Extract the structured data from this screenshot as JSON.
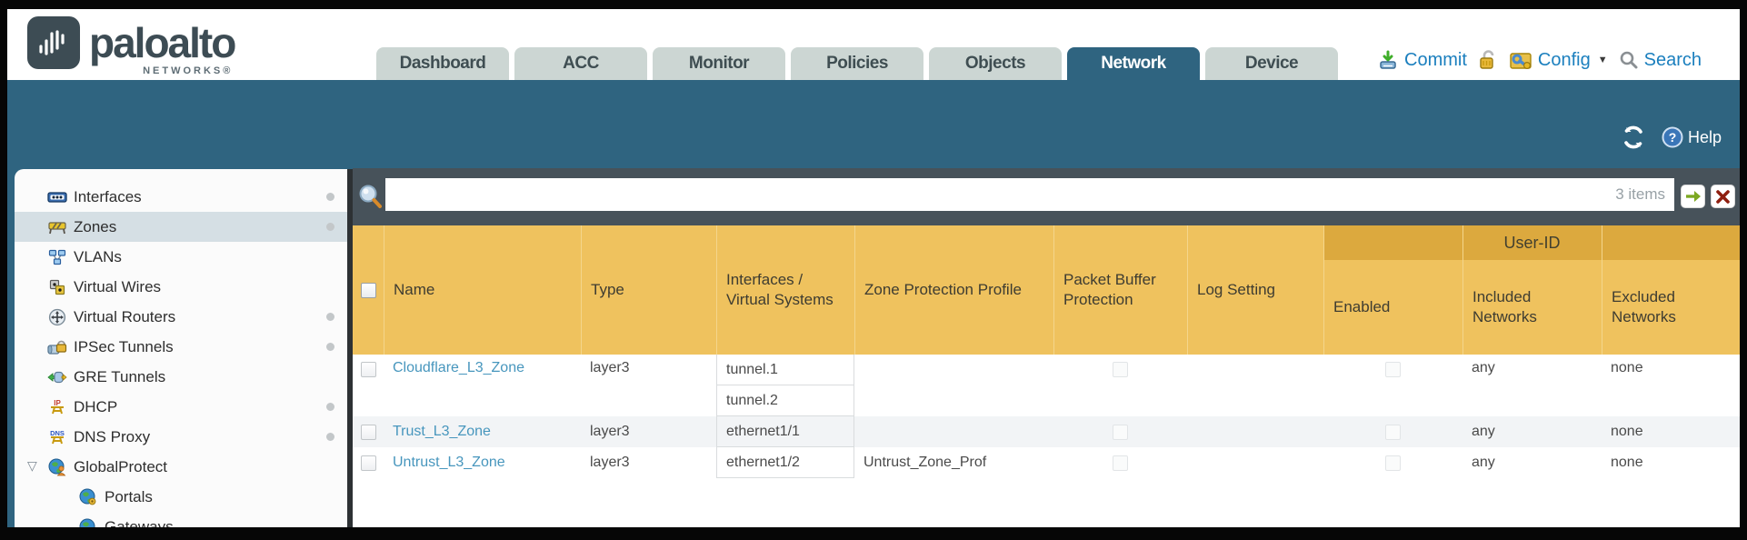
{
  "brand": {
    "name": "paloalto",
    "networks": "NETWORKS®"
  },
  "nav": {
    "tabs": [
      {
        "label": "Dashboard",
        "active": false
      },
      {
        "label": "ACC",
        "active": false
      },
      {
        "label": "Monitor",
        "active": false
      },
      {
        "label": "Policies",
        "active": false
      },
      {
        "label": "Objects",
        "active": false
      },
      {
        "label": "Network",
        "active": true
      },
      {
        "label": "Device",
        "active": false
      }
    ],
    "actions": {
      "commit": "Commit",
      "config": "Config",
      "search": "Search"
    }
  },
  "toolbar": {
    "help": "Help"
  },
  "sidebar": {
    "items": [
      {
        "label": "Interfaces",
        "icon": "interfaces-icon",
        "dot": true,
        "selected": false
      },
      {
        "label": "Zones",
        "icon": "zones-icon",
        "dot": true,
        "selected": true
      },
      {
        "label": "VLANs",
        "icon": "vlans-icon",
        "dot": false,
        "selected": false
      },
      {
        "label": "Virtual Wires",
        "icon": "virtual-wires-icon",
        "dot": false,
        "selected": false
      },
      {
        "label": "Virtual Routers",
        "icon": "virtual-routers-icon",
        "dot": true,
        "selected": false
      },
      {
        "label": "IPSec Tunnels",
        "icon": "ipsec-tunnels-icon",
        "dot": true,
        "selected": false
      },
      {
        "label": "GRE Tunnels",
        "icon": "gre-tunnels-icon",
        "dot": false,
        "selected": false
      },
      {
        "label": "DHCP",
        "icon": "dhcp-icon",
        "dot": true,
        "selected": false
      },
      {
        "label": "DNS Proxy",
        "icon": "dns-proxy-icon",
        "dot": true,
        "selected": false
      },
      {
        "label": "GlobalProtect",
        "icon": "globalprotect-icon",
        "dot": false,
        "selected": false,
        "expanded": true
      },
      {
        "label": "Portals",
        "icon": "portals-icon",
        "dot": false,
        "selected": false,
        "child": true
      },
      {
        "label": "Gateways",
        "icon": "gateways-icon",
        "dot": false,
        "selected": false,
        "child": true
      }
    ]
  },
  "filterbar": {
    "value": "",
    "items_count": "3 items"
  },
  "table": {
    "group_header": "User-ID",
    "columns": [
      "Name",
      "Type",
      "Interfaces / Virtual Systems",
      "Zone Protection Profile",
      "Packet Buffer Protection",
      "Log Setting",
      "Enabled",
      "Included Networks",
      "Excluded Networks"
    ],
    "rows": [
      {
        "name": "Cloudflare_L3_Zone",
        "type": "layer3",
        "interfaces": [
          "tunnel.1",
          "tunnel.2"
        ],
        "zone_protection_profile": "",
        "log_setting": "",
        "included_networks": "any",
        "excluded_networks": "none"
      },
      {
        "name": "Trust_L3_Zone",
        "type": "layer3",
        "interfaces": [
          "ethernet1/1"
        ],
        "zone_protection_profile": "",
        "log_setting": "",
        "included_networks": "any",
        "excluded_networks": "none"
      },
      {
        "name": "Untrust_L3_Zone",
        "type": "layer3",
        "interfaces": [
          "ethernet1/2"
        ],
        "zone_protection_profile": "Untrust_Zone_Prof",
        "log_setting": "",
        "included_networks": "any",
        "excluded_networks": "none"
      }
    ]
  },
  "colors": {
    "teal_band": "#2f6480",
    "table_header": "#efc25e",
    "table_group_header": "#dca93e",
    "filter_bar": "#47525a",
    "link_blue": "#4796bd",
    "action_blue": "#1b7fbe"
  }
}
